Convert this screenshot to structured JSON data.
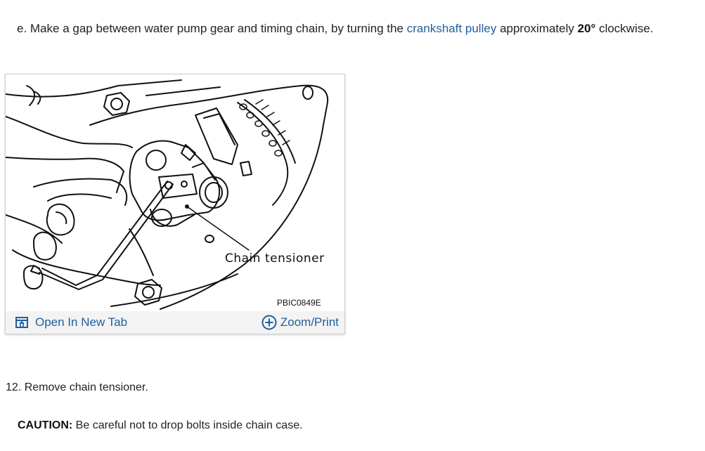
{
  "step_e": {
    "prefix": "e. Make a gap between water pump gear and timing chain, by turning the",
    "link": "crankshaft pulley",
    "middle": "approximately",
    "angle": "20°",
    "suffix": "clockwise."
  },
  "figure": {
    "label": "Chain tensioner",
    "code": "PBIC0849E",
    "open_tab": "Open In New Tab",
    "zoom": "Zoom/Print"
  },
  "step_12": {
    "text": "12. Remove chain tensioner."
  },
  "caution": {
    "label": "CAUTION:",
    "text": "Be careful not to drop bolts inside chain case."
  },
  "colors": {
    "link": "#1f5f9e",
    "text": "#222222",
    "figure_bar": "#f3f3f3"
  }
}
